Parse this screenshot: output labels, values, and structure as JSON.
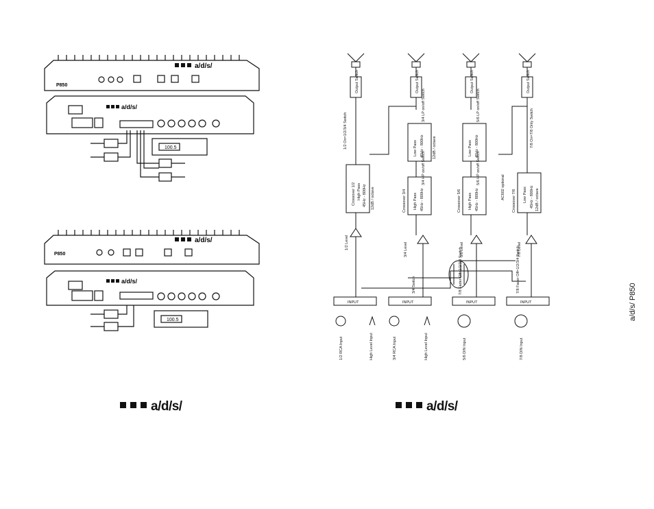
{
  "left_page": {
    "amp_brand": "a/d/s/",
    "amp1_model": "P850",
    "amp2_model": "P850",
    "head_unit_display": "100.5",
    "footer_brand": "a/d/s/"
  },
  "right_page": {
    "side_title": "a/d/s/ P850",
    "footer_brand": "a/d/s/",
    "blocks": {
      "output_switch": "Output Switch",
      "input": "INPUT",
      "low_pass": "Low Pass",
      "high_pass": "High Pass",
      "crossover_12": "Crossover 1/2",
      "crossover_34": "Crossover 3/4",
      "crossover_56": "Crossover 5/6",
      "crossover_78": "Crossover 7/8",
      "slope_24": "12dB / octave",
      "range_hp": "45Hz - 800Hz",
      "range_lp": "45Hz - 800Hz",
      "level_12": "1/2 Level",
      "level_34": "3/4 Level",
      "level_56": "5/6 Level",
      "level_78": "7/8 Level",
      "switch_34": "3/4 Switch",
      "switch_56": "5/6 Switch",
      "switch_3478": "7/8 Fader Off=1/2/3/4 Switch",
      "switch_1234": "1/2 On=1/2/3/4 Switch",
      "hp_switch_34": "3/4 HP on/off Switch",
      "lp_switch_34": "3/4 LP on/off Switch",
      "hp_switch_56": "5/6 HP on/off Switch",
      "lp_switch_56": "5/6 LP on/off Switch",
      "switch_78": "7/8 On=7/8 Only Switch",
      "ac_option": "AC602 optional",
      "input_12": "1/2 RCA Input",
      "input_34": "3/4 RCA Input",
      "input_56": "5/6 DIN Input",
      "input_78": "7/8 DIN Input",
      "high_level_12": "High Level Input",
      "high_level_34": "High Level Input"
    }
  }
}
